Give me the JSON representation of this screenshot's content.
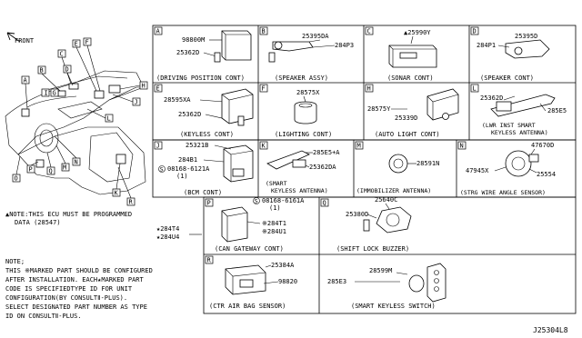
{
  "overview": {
    "front_label": "FRONT",
    "callouts": [
      "A",
      "B",
      "C",
      "D",
      "E",
      "F",
      "G",
      "H",
      "I",
      "J",
      "K",
      "L",
      "M",
      "N",
      "O",
      "P",
      "Q",
      "R"
    ]
  },
  "panels": {
    "A": {
      "letter": "A",
      "caption": "(DRIVING POSITION CONT)",
      "parts": [
        "98800M",
        "25362D"
      ]
    },
    "B": {
      "letter": "B",
      "caption": "(SPEAKER ASSY)",
      "parts": [
        "25395DA",
        "284P3"
      ]
    },
    "C": {
      "letter": "C",
      "caption": "(SONAR CONT)",
      "parts": [
        "▲25990Y"
      ]
    },
    "D": {
      "letter": "D",
      "caption": "(SPEAKER CONT)",
      "parts": [
        "25395D",
        "284P1"
      ]
    },
    "E": {
      "letter": "E",
      "caption": "(KEYLESS CONT)",
      "parts": [
        "28595XA",
        "25362D"
      ]
    },
    "F": {
      "letter": "F",
      "caption": "(LIGHTING CONT)",
      "parts": [
        "28575X"
      ]
    },
    "H": {
      "letter": "H",
      "caption": "(AUTO LIGHT CONT)",
      "parts": [
        "28575Y",
        "25339D"
      ]
    },
    "L": {
      "letter": "L",
      "caption_1": "(LWR INST SMART",
      "caption_2": "KEYLESS ANTENNA)",
      "parts": [
        "25362D",
        "285E5"
      ]
    },
    "J": {
      "letter": "J",
      "caption": "(BCM CONT)",
      "parts": [
        "25321B",
        "284B1",
        "08168-6121A",
        "(1)"
      ]
    },
    "K": {
      "letter": "K",
      "caption_1": "(SMART",
      "caption_2": "KEYLESS ANTENNA)",
      "parts": [
        "285E5+A",
        "25362DA"
      ]
    },
    "M": {
      "letter": "M",
      "caption": "(IMMOBILIZER ANTENNA)",
      "parts": [
        "28591N"
      ]
    },
    "N": {
      "letter": "N",
      "caption": "(STRG WIRE ANGLE SENSOR)",
      "parts": [
        "47670D",
        "47945X",
        "25554"
      ]
    },
    "P": {
      "letter": "P",
      "caption": "(CAN GATEWAY CONT)",
      "parts": [
        "08168-6161A",
        "(1)",
        "※284T1",
        "※284U1"
      ]
    },
    "Q": {
      "letter": "Q",
      "caption": "(SHIFT LOCK BUZZER)",
      "parts": [
        "25640C",
        "25380D"
      ]
    },
    "R": {
      "letter": "R",
      "caption": "(CTR AIR BAG SENSOR)",
      "parts": [
        "25384A",
        "98820"
      ]
    },
    "S": {
      "caption": "(SMART KEYLESS SWITCH)",
      "parts": [
        "285E3",
        "28599M"
      ]
    }
  },
  "ecu_note": {
    "line1": "▲NOTE:THIS ECU MUST BE PROGRAMMED",
    "line2": "DATA (28547)",
    "star_parts": [
      "★284T4",
      "★284U4"
    ]
  },
  "note": {
    "title": "NOTE;",
    "lines": [
      "THIS ※MARKED PART SHOULD BE CONFIGURED",
      "AFTER INSTALLATION. EACH★MARKED PART",
      "CODE IS SPECIFIEDTYPE ID FOR UNIT",
      "CONFIGURATION(BY CONSULTⅡ-PLUS).",
      "SELECT DESIGNATED PART NUMBER AS TYPE",
      "ID ON CONSULTⅡ-PLUS."
    ]
  },
  "diagram_id": "J25304L8"
}
